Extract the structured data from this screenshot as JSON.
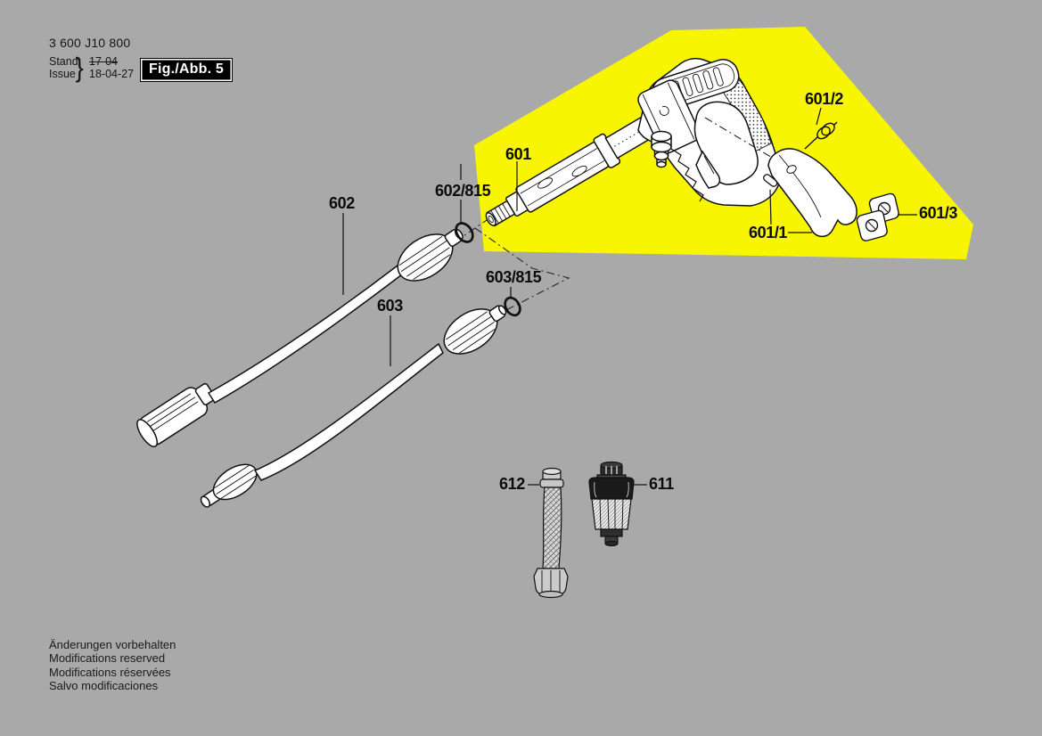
{
  "header": {
    "part_number": "3 600 J10 800",
    "stand_label": "Stand",
    "issue_label": "Issue",
    "stand_value": "17-04",
    "issue_value": "18-04-27",
    "figure_label": "Fig./Abb. 5"
  },
  "labels": {
    "gun": "601",
    "grip": "601/1",
    "spring": "601/2",
    "holder": "601/3",
    "lance_fan": "602",
    "oring_fan": "602/815",
    "lance_rotary": "603",
    "oring_rotary": "603/815",
    "filter": "611",
    "hose": "612"
  },
  "footer": {
    "lines": [
      "Änderungen vorbehalten",
      "Modifications reserved",
      "Modifications réservées",
      "Salvo modificaciones"
    ]
  },
  "colors": {
    "background": "#a9a9a9",
    "highlight": "#f8f500",
    "line": "#111111",
    "badge_bg": "#000000",
    "badge_text": "#ffffff"
  }
}
